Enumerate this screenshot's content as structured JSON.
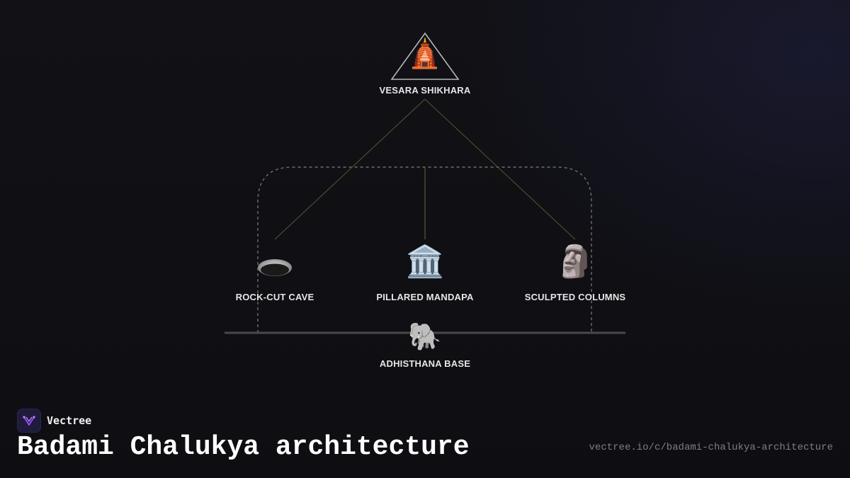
{
  "diagram": {
    "nodes": {
      "top": {
        "label": "VESARA SHIKHARA",
        "icon": "temple-icon",
        "glyph": "🛕"
      },
      "left": {
        "label": "ROCK-CUT CAVE",
        "icon": "cave-icon",
        "glyph": ""
      },
      "center": {
        "label": "PILLARED MANDAPA",
        "icon": "classical-building-icon",
        "glyph": "🏛️"
      },
      "right": {
        "label": "SCULPTED COLUMNS",
        "icon": "moai-statue-icon",
        "glyph": "🗿"
      },
      "base": {
        "label": "ADHISTHANA BASE",
        "icon": "elephant-icon",
        "glyph": "🐘"
      }
    }
  },
  "footer": {
    "brand_name": "Vectree",
    "title": "Badami Chalukya architecture",
    "url": "vectree.io/c/badami-chalukya-architecture"
  },
  "colors": {
    "background": "#111116",
    "connector": "#6b6433",
    "dashed_outline": "#6e6e74",
    "base_line": "#4a4a4e",
    "label": "#e6e6e6",
    "brand_accent": "#9b4dff"
  }
}
